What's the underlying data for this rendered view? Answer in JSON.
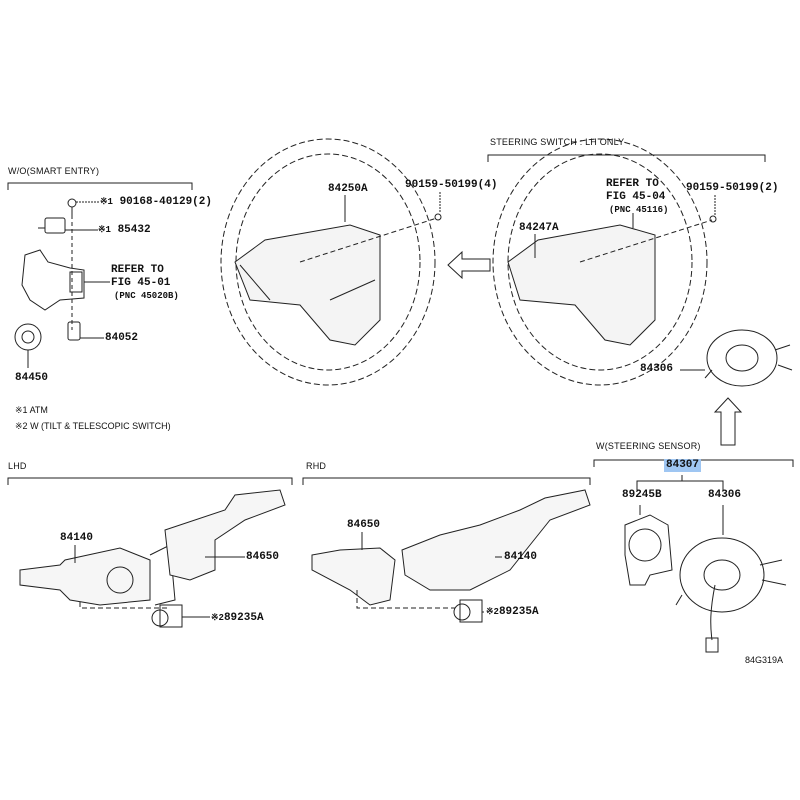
{
  "diagram_id": "84G319A",
  "highlight_color": "#9fc6f2",
  "sections": {
    "smart_entry": {
      "title": "W/O(SMART ENTRY)",
      "parts": {
        "screw": {
          "mark": "※1",
          "number": "90168-40129(2)"
        },
        "unit": {
          "mark": "※1",
          "number": "85432"
        },
        "refer": {
          "line1": "REFER TO",
          "line2": "FIG 45-01",
          "line3": "(PNC 45020B)"
        },
        "p84052": "84052",
        "p84450": "84450"
      }
    },
    "notes": [
      {
        "mark": "※1",
        "text": "ATM"
      },
      {
        "mark": "※2",
        "text": "W (TILT & TELESCOPIC SWITCH)"
      }
    ],
    "wheel_left": {
      "part": "84250A",
      "screw": "90159-50199(4)"
    },
    "wheel_right": {
      "title": "STEERING SWITCH : LH ONLY",
      "part": "84247A",
      "screw": "90159-50199(2)",
      "refer": {
        "line1": "REFER TO",
        "line2": "FIG 45-04",
        "line3": "(PNC 45116)"
      },
      "spiral": "84306"
    },
    "steering_sensor": {
      "title": "W(STEERING SENSOR)",
      "assembly": "84307",
      "sub1": "89245B",
      "sub2": "84306"
    },
    "lhd": {
      "title": "LHD",
      "p1": "84140",
      "p2": "84650",
      "p3_mark": "※2",
      "p3": "89235A"
    },
    "rhd": {
      "title": "RHD",
      "p1": "84650",
      "p2": "84140",
      "p3_mark": "※2",
      "p3": "89235A"
    }
  }
}
